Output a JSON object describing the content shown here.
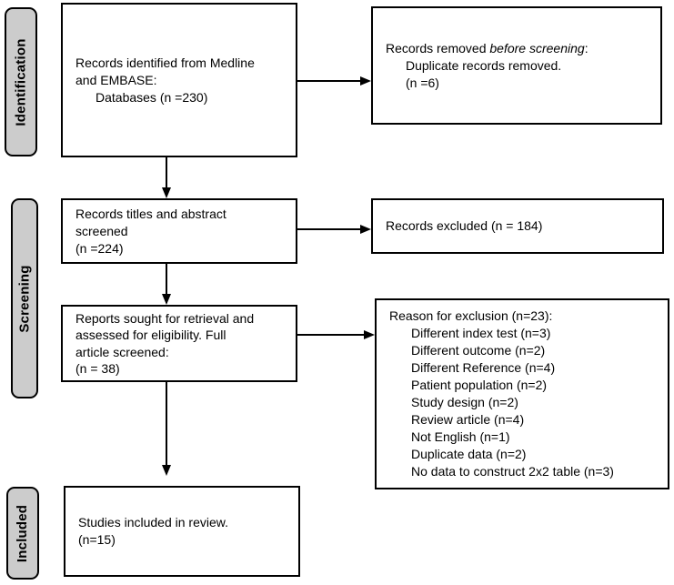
{
  "diagram": {
    "type": "prisma-flow-diagram",
    "stages": [
      {
        "label": "Identification"
      },
      {
        "label": "Screening"
      },
      {
        "label": "Included"
      }
    ],
    "boxes": {
      "identified": {
        "line1": "Records identified from Medline",
        "line2": "and EMBASE:",
        "line3": "Databases (n =230)"
      },
      "removed": {
        "line1_pre": "Records removed ",
        "line1_italic": "before screening",
        "line1_post": ":",
        "line2": "Duplicate records removed.",
        "line3": "(n =6)"
      },
      "screened": {
        "line1": "Records titles and abstract",
        "line2": "screened",
        "line3": "(n =224)"
      },
      "excluded": {
        "line1": "Records excluded (n = 184)"
      },
      "sought": {
        "line1": "Reports sought for retrieval and",
        "line2": "assessed for eligibility. Full",
        "line3": "article screened:",
        "line4": "(n = 38)"
      },
      "reasons": {
        "title": "Reason for exclusion (n=23):",
        "items": [
          "Different index test (n=3)",
          "Different outcome (n=2)",
          "Different Reference (n=4)",
          "Patient population (n=2)",
          "Study design (n=2)",
          "Review article (n=4)",
          "Not English (n=1)",
          "Duplicate data (n=2)",
          "No data to construct 2x2 table (n=3)"
        ]
      },
      "included": {
        "line1": "Studies included in review.",
        "line2": "(n=15)"
      }
    },
    "colors": {
      "stage_fill": "#cccccc",
      "border": "#000000",
      "background": "#ffffff"
    }
  }
}
